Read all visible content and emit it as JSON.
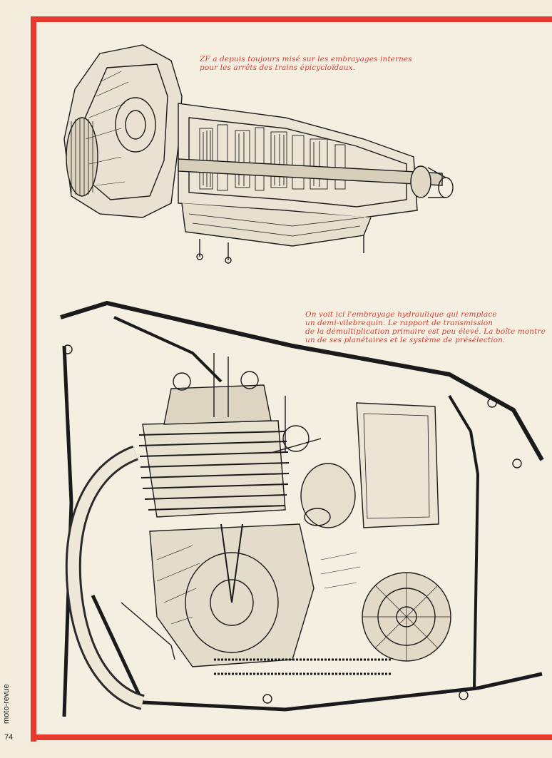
{
  "captions": {
    "gearbox": [
      "ZF a depuis toujours misé sur les embrayages internes",
      "pour les arrêts des trains épicycloïdaux."
    ],
    "engine": [
      "On voit ici l'embrayage hydraulique qui remplace",
      "un demi-vilebrequin. Le rapport de transmission",
      "de la démultiplication primaire est peu élevé. La boîte montre",
      "un de ses planétaires et le système de présélection."
    ]
  },
  "footer": {
    "magazine": "moto-revue",
    "page_number": "74"
  },
  "colors": {
    "accent": "#e63a2e",
    "paper": "#f5efe1",
    "ink": "#1a1a1a"
  }
}
